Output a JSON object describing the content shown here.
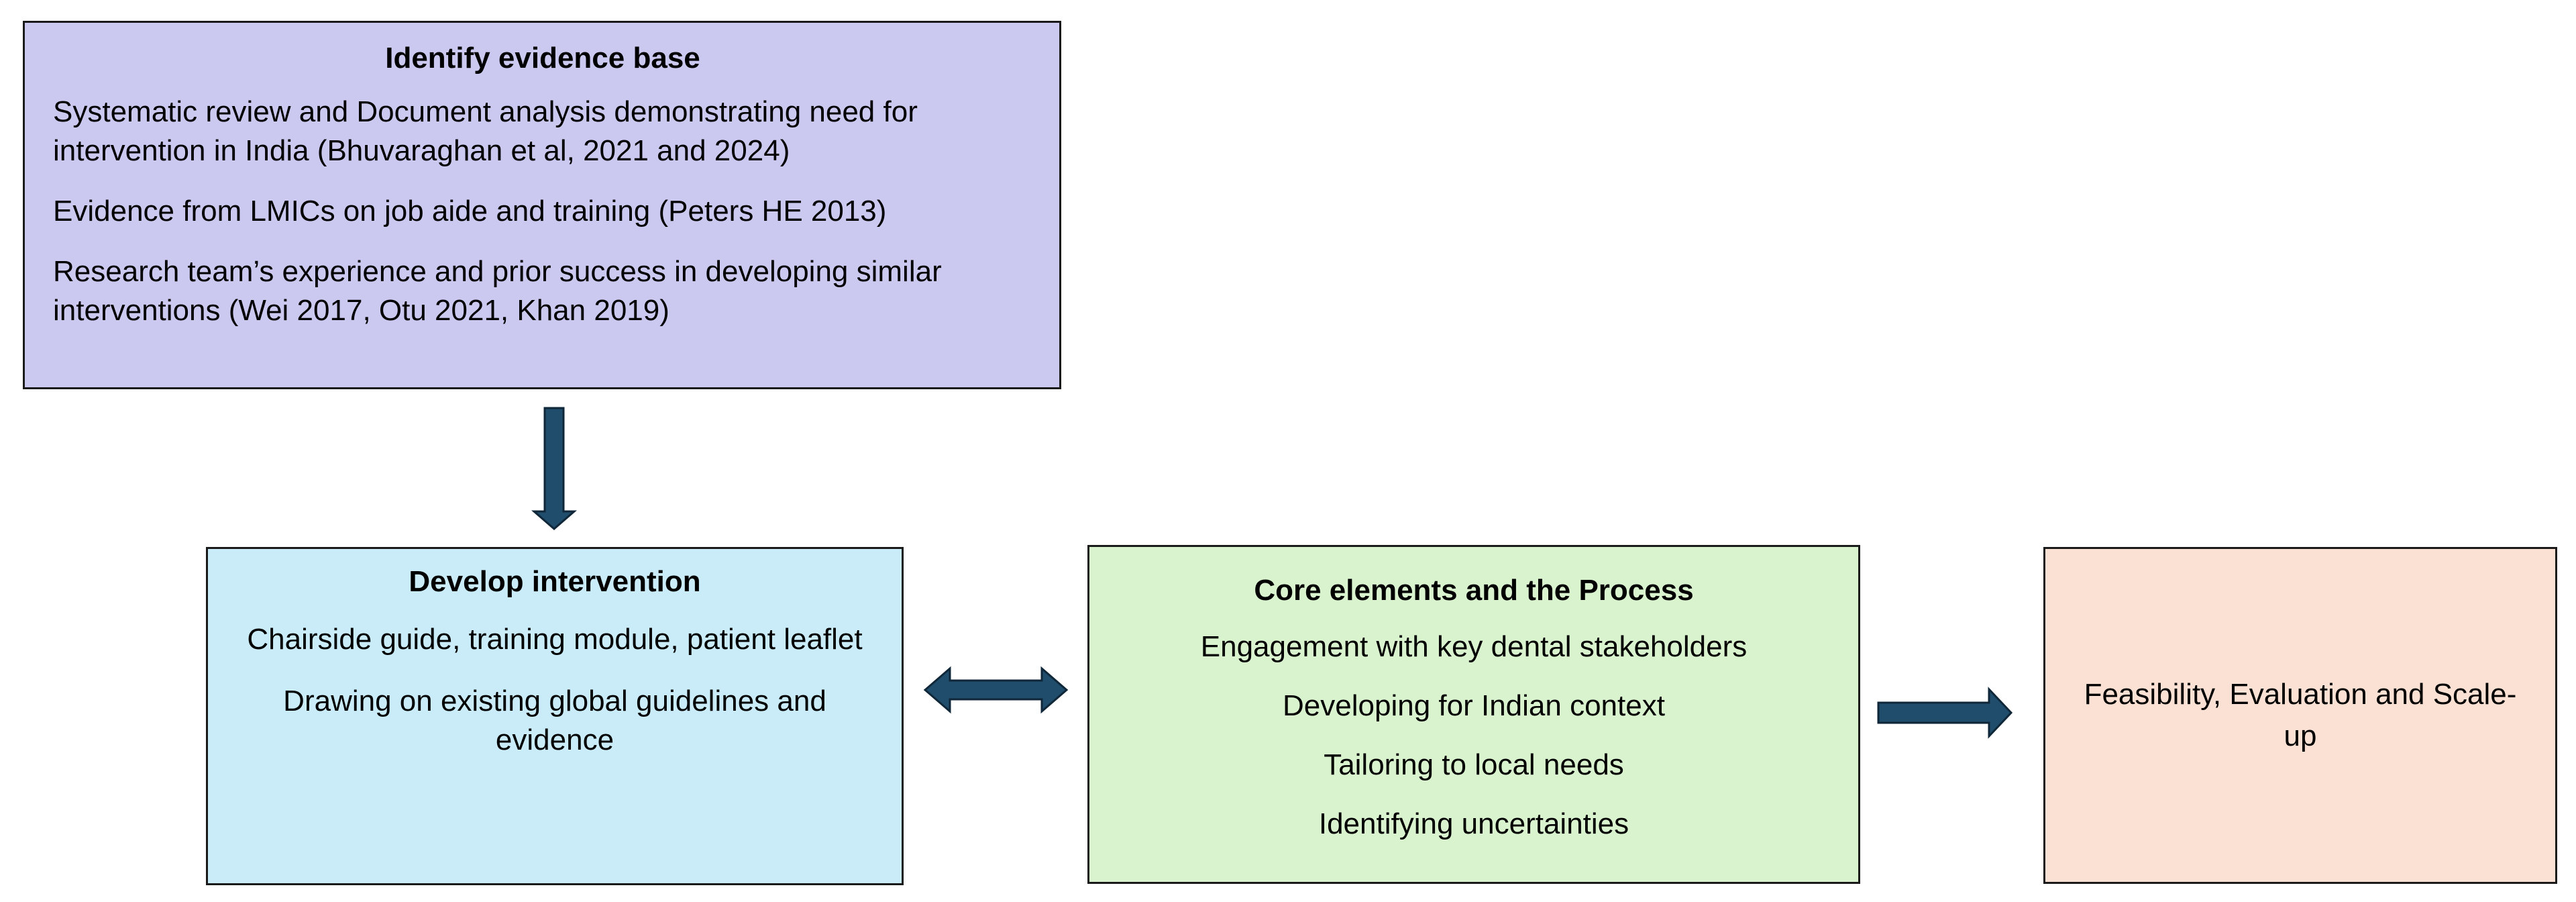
{
  "boxes": {
    "evidence": {
      "title": "Identify evidence base",
      "items": [
        "Systematic review and Document analysis demonstrating need for intervention in India (Bhuvaraghan et al, 2021 and 2024)",
        "Evidence from LMICs on job aide and training (Peters HE 2013)",
        "Research team’s experience and prior success in developing similar interventions (Wei 2017, Otu 2021, Khan 2019)"
      ]
    },
    "develop": {
      "title": "Develop intervention",
      "items": [
        "Chairside guide, training module, patient leaflet",
        "Drawing on existing global guidelines and evidence"
      ]
    },
    "core": {
      "title": "Core elements and the Process",
      "items": [
        "Engagement with key dental stakeholders",
        "Developing for Indian context",
        "Tailoring to local needs",
        "Identifying uncertainties"
      ]
    },
    "feasibility": {
      "text": "Feasibility, Evaluation and Scale-up"
    }
  },
  "colors": {
    "evidence_fill": "#cbc9f0",
    "develop_fill": "#c9ecf8",
    "core_fill": "#daf3cf",
    "feasibility_fill": "#fbe1d3",
    "arrow_fill": "#1f4d6b"
  }
}
